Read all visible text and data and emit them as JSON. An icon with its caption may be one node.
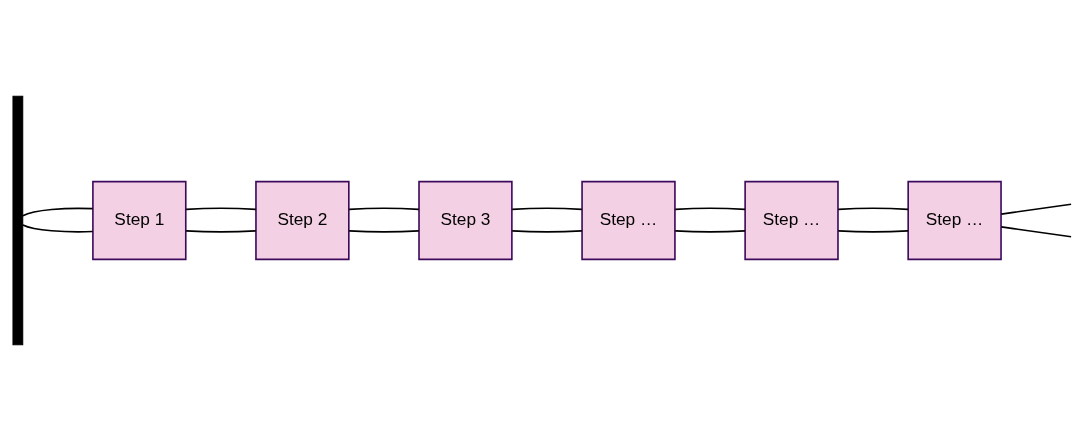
{
  "diagram": {
    "nodes": [
      {
        "text": [],
        "shape": "bar"
      },
      {
        "text": [
          "Step 1"
        ]
      },
      {
        "text": [
          "Step 2"
        ]
      },
      {
        "text": [
          "Step 3"
        ]
      },
      {
        "text": [
          "Step …"
        ]
      },
      {
        "text": [
          "Step …"
        ]
      },
      {
        "text": [
          "Step …"
        ]
      }
    ],
    "edges": [
      {
        "from": 0,
        "to": 1,
        "arrow": "none"
      },
      {
        "from": 0,
        "to": 1,
        "arrow": "none"
      },
      {
        "from": 1,
        "to": 2,
        "arrow": "none"
      },
      {
        "from": 1,
        "to": 2,
        "arrow": "none"
      },
      {
        "from": 2,
        "to": 3,
        "arrow": "none"
      },
      {
        "from": 2,
        "to": 3,
        "arrow": "none"
      },
      {
        "from": 3,
        "to": 4,
        "arrow": "none"
      },
      {
        "from": 3,
        "to": 4,
        "arrow": "none"
      },
      {
        "from": 4,
        "to": 5,
        "arrow": "none"
      },
      {
        "from": 4,
        "to": 5,
        "arrow": "none"
      },
      {
        "from": 5,
        "to": 6,
        "arrow": "none"
      },
      {
        "from": 5,
        "to": 6,
        "arrow": "none"
      },
      {
        "from": 6,
        "to": null,
        "arrow": "none"
      },
      {
        "from": 6,
        "to": null,
        "arrow": "none"
      }
    ]
  }
}
